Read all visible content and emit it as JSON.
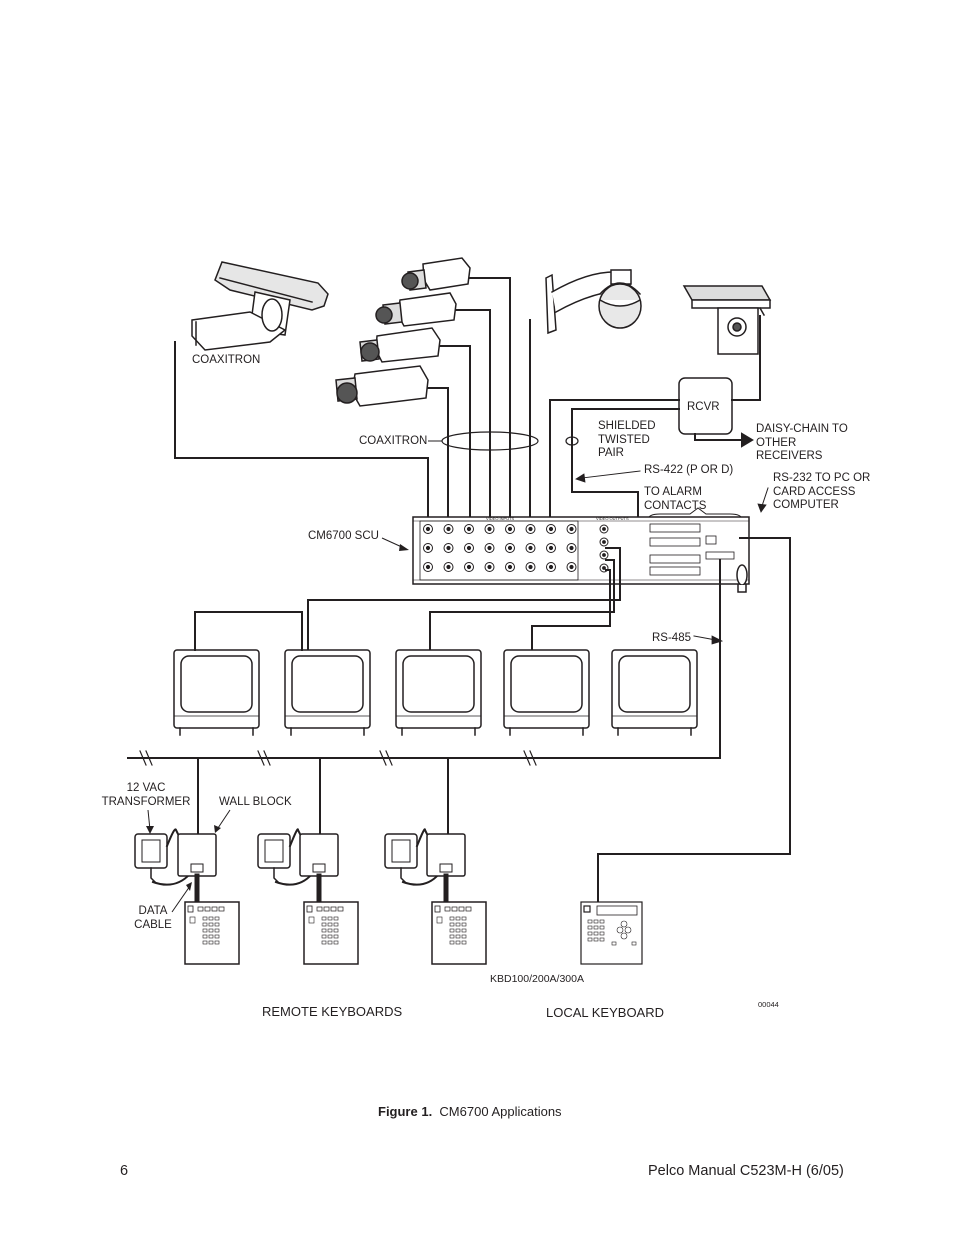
{
  "figure": {
    "label": "Figure 1.",
    "title": "CM6700 Applications"
  },
  "footer": {
    "page_number": "6",
    "manual": "Pelco Manual C523M-H (6/05)"
  },
  "labels": {
    "coaxitron_ptz": "COAXITRON",
    "coaxitron_cameras": "COAXITRON",
    "rcvr": "RCVR",
    "shielded_twisted_pair": "SHIELDED\nTWISTED\nPAIR",
    "daisy_chain": "DAISY-CHAIN TO\nOTHER\nRECEIVERS",
    "rs422": "RS-422 (P OR D)",
    "rs232": "RS-232 TO PC OR\nCARD ACCESS\nCOMPUTER",
    "alarm_contacts": "TO ALARM\nCONTACTS",
    "scu": "CM6700 SCU",
    "rs485": "RS-485",
    "transformer": "12 VAC\nTRANSFORMER",
    "wall_block": "WALL BLOCK",
    "data_cable": "DATA\nCABLE",
    "keyboard_model": "KBD100/200A/300A",
    "remote_keyboards": "REMOTE KEYBOARDS",
    "local_keyboard": "LOCAL KEYBOARD",
    "drawing_number": "00044"
  },
  "scu_panel": {
    "video_inputs_title": "VIDEO INPUTS",
    "video_outputs_title": "VIDEO OUTPUTS"
  }
}
